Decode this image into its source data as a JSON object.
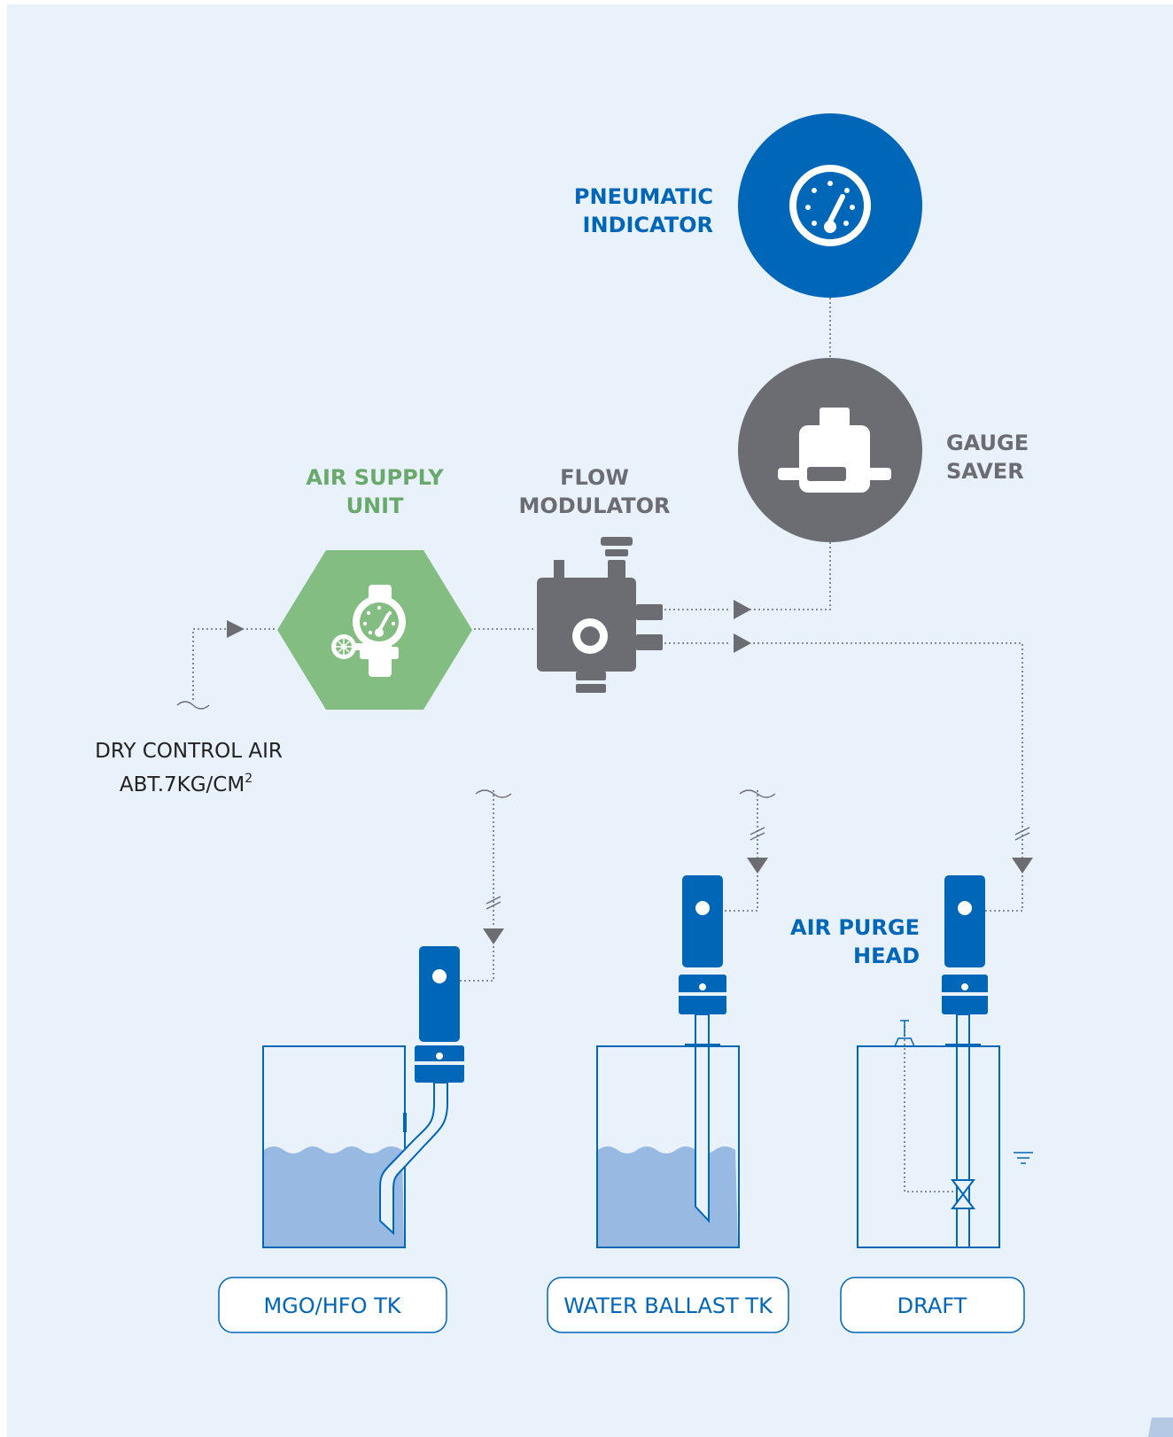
{
  "labels": {
    "pneumatic_indicator": [
      "PNEUMATIC",
      "INDICATOR"
    ],
    "gauge_saver": [
      "GAUGE",
      "SAVER"
    ],
    "air_supply_unit": [
      "AIR SUPPLY",
      "UNIT"
    ],
    "flow_modulator": [
      "FLOW",
      "MODULATOR"
    ],
    "dry_control_air": [
      "DRY CONTROL AIR",
      "ABT.7KG/CM"
    ],
    "dry_control_air_sup": "2",
    "air_purge_head": [
      "AIR PURGE",
      "HEAD"
    ]
  },
  "tanks": [
    {
      "label": "MGO/HFO TK"
    },
    {
      "label": "WATER BALLAST TK"
    },
    {
      "label": "DRAFT"
    }
  ],
  "colors": {
    "background": "#e9f1fa",
    "blue": "#0066b8",
    "grey": "#6b6d72",
    "green": "#84bd82",
    "green_text": "#6aa96c",
    "water": "#97b9e2",
    "line": "#6b6d72"
  },
  "icons": [
    "gauge-icon",
    "gauge-saver-icon",
    "regulator-icon",
    "flow-modulator-icon",
    "purge-head-icon"
  ]
}
